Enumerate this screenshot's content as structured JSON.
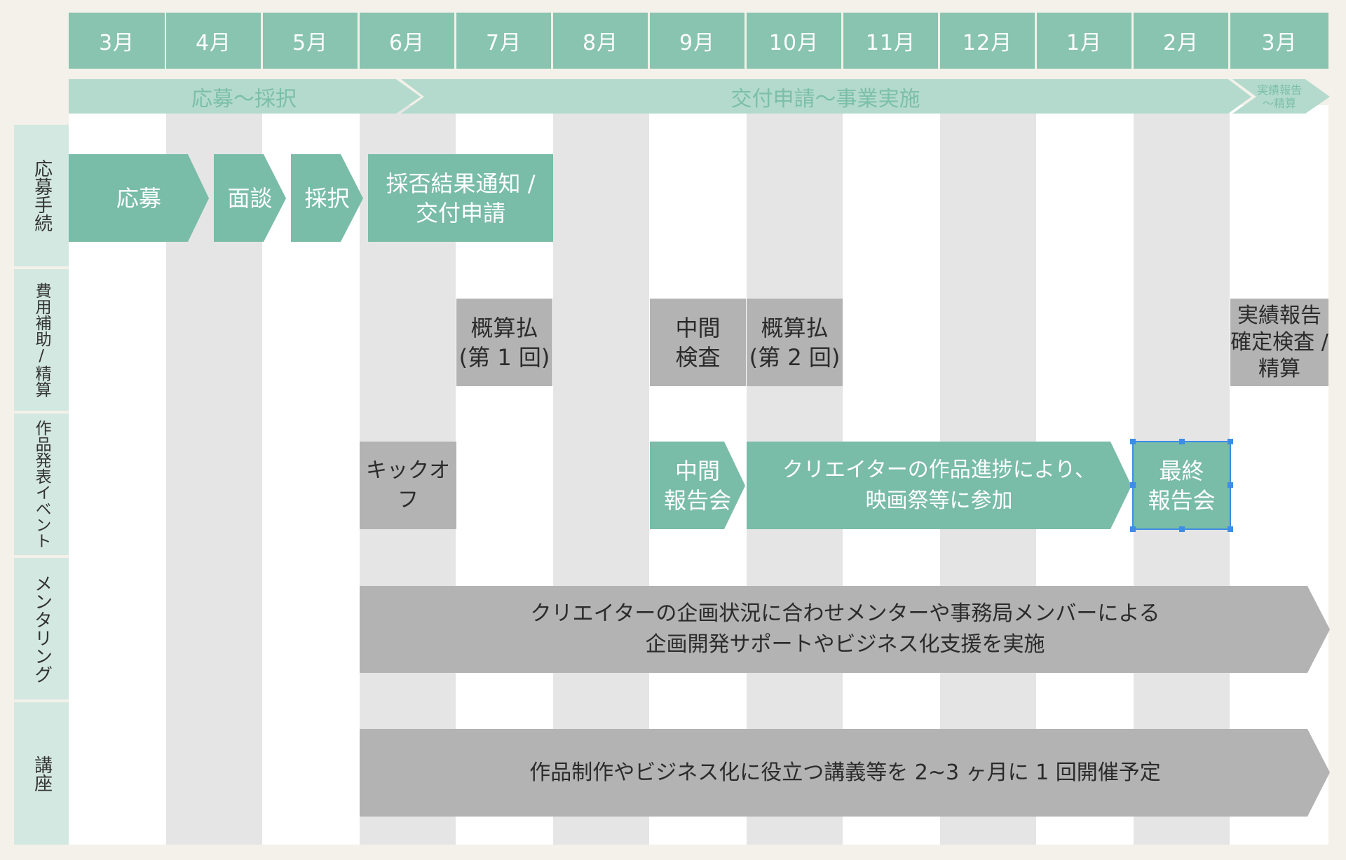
{
  "months": [
    "3月",
    "4月",
    "5月",
    "6月",
    "7月",
    "8月",
    "9月",
    "10月",
    "11月",
    "12月",
    "1月",
    "2月",
    "3月"
  ],
  "phases": {
    "p1": "応募〜採択",
    "p2": "交付申請〜事業実施",
    "p3_line1": "実績報告",
    "p3_line2": "〜精算"
  },
  "row_labels": {
    "application": "応募手続",
    "expense": "費用補助/精算",
    "event": "作品発表イベント",
    "mentoring": "メンタリング",
    "lecture": "講座"
  },
  "tasks": {
    "apply": "応募",
    "interview": "面談",
    "select": "採択",
    "notify": "採否結果通知 /\n交付申請",
    "prepay1": "概算払\n(第 1 回)",
    "mid_inspect": "中間\n検査",
    "prepay2": "概算払\n(第 2 回)",
    "final_settle": "実績報告\n確定検査 /\n精算",
    "kickoff": "キックオフ",
    "mid_report": "中間\n報告会",
    "festival": "クリエイターの作品進捗により、\n映画祭等に参加",
    "final_report": "最終\n報告会",
    "mentoring": "クリエイターの企画状況に合わせメンターや事務局メンバーによる\n企画開発サポートやビジネス化支援を実施",
    "lecture": "作品制作やビジネス化に役立つ講義等を 2~3 ヶ月に 1 回開催予定"
  },
  "colors": {
    "month_header": "#88c4af",
    "phase_bar": "#b3dacd",
    "task_green": "#79bca8",
    "task_gray": "#b3b3b3",
    "row_label_bg": "#d3e8e0",
    "stripe": "#e5e5e5",
    "selection": "#3d8de6"
  }
}
